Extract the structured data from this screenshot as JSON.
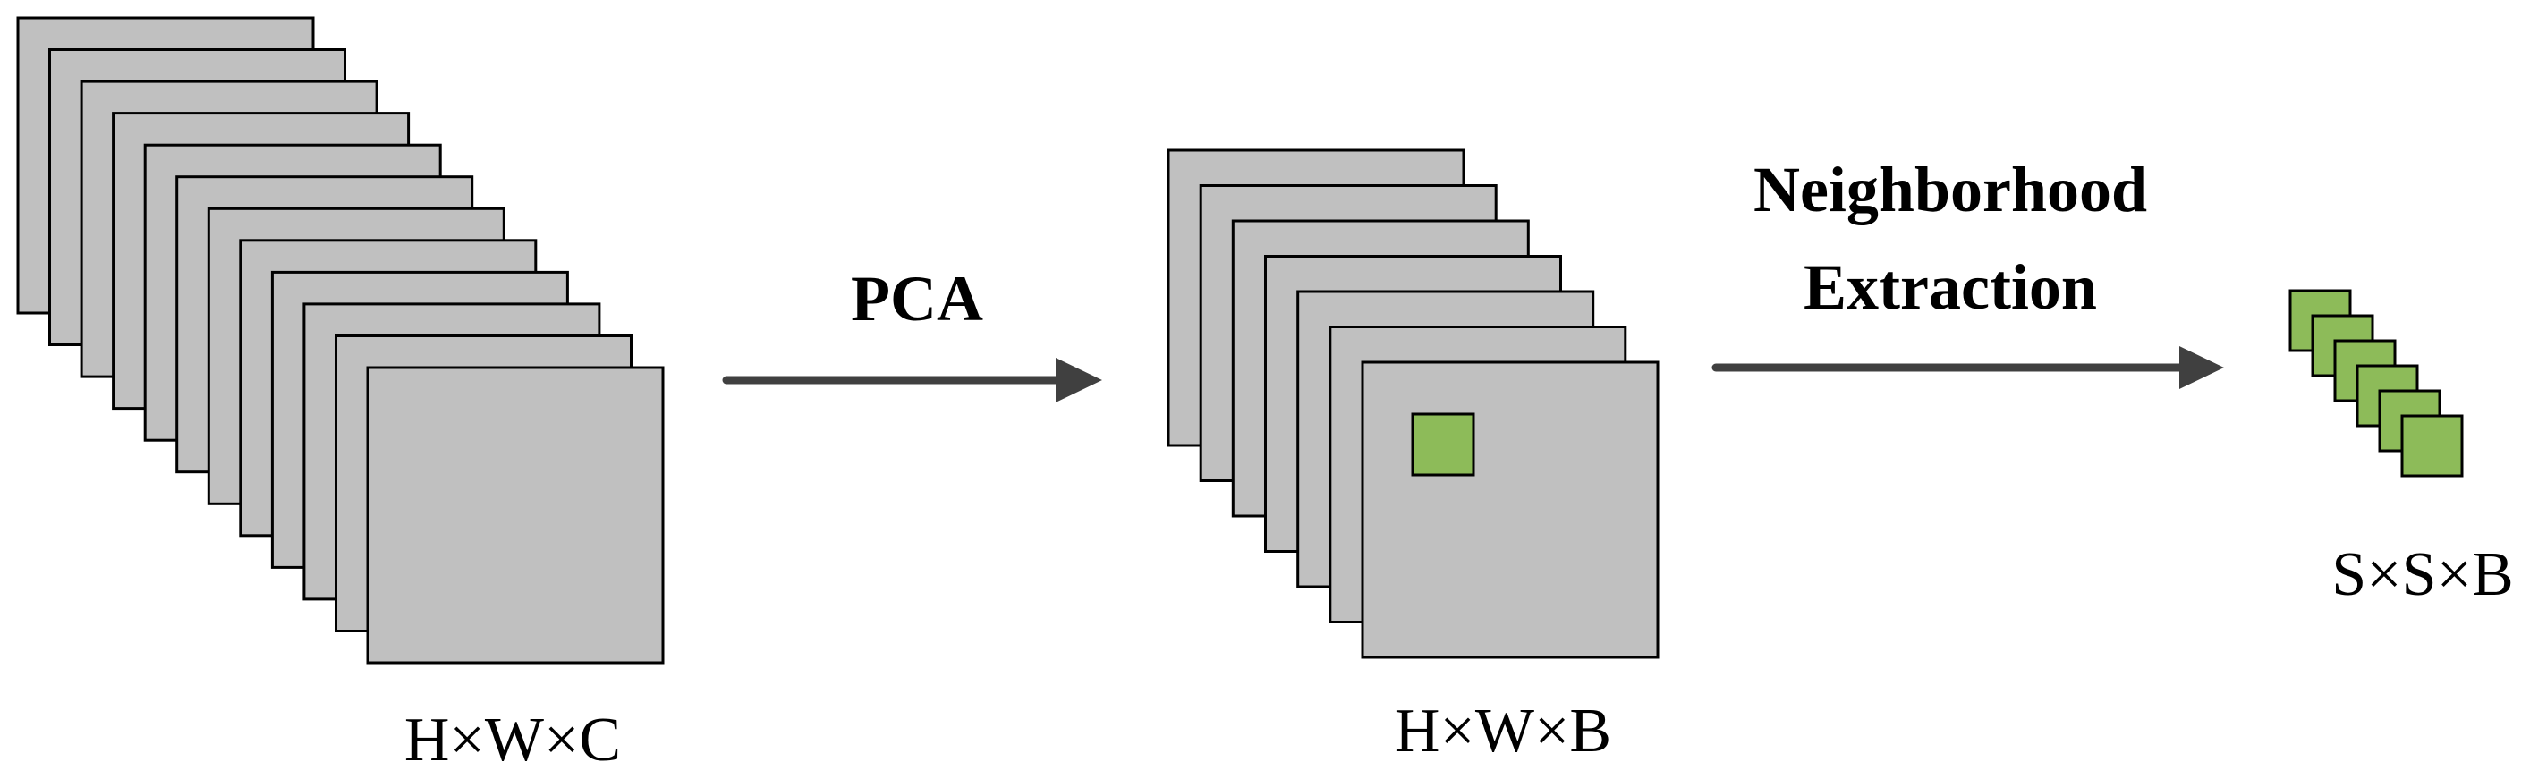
{
  "labels": {
    "input_cube": "H×W×C",
    "pca_cube": "H×W×B",
    "patch_stack": "S×S×B",
    "step_pca": "PCA",
    "step_neighborhood_line1": "Neighborhood",
    "step_neighborhood_line2": "Extraction"
  },
  "colors": {
    "band_fill": "#c0c0c0",
    "band_stroke": "#000000",
    "patch_fill": "#8dbb59",
    "arrow": "#404040"
  },
  "counts": {
    "input_bands": 12,
    "pca_bands": 7,
    "patches": 6
  }
}
